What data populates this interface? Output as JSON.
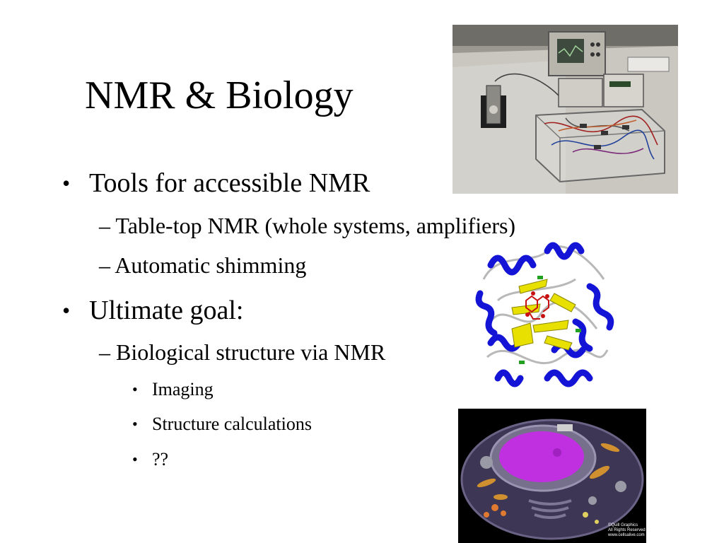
{
  "slide": {
    "title": "NMR & Biology",
    "bullets": [
      {
        "text": "Tools for accessible NMR",
        "sub": [
          "– Table-top NMR (whole systems, amplifiers)",
          "– Automatic shimming"
        ]
      },
      {
        "text": "Ultimate goal:",
        "sub": [
          "– Biological structure via NMR"
        ],
        "subsub": [
          "Imaging",
          "Structure calculations",
          "??"
        ]
      }
    ],
    "bullet_glyph": "•"
  },
  "images": {
    "equipment_photo": "table-top NMR apparatus photo",
    "protein_ribbon": "protein ribbon structure",
    "cell_illustration": "cell illustration",
    "cell_credit": [
      "©Quill Graphics",
      "All Rights Reserved",
      "www.cellsalive.com"
    ]
  },
  "colors": {
    "helix": "#1010d8",
    "sheet": "#e8e000",
    "ligand": "#c81010",
    "nucleus": "#c030e0"
  }
}
